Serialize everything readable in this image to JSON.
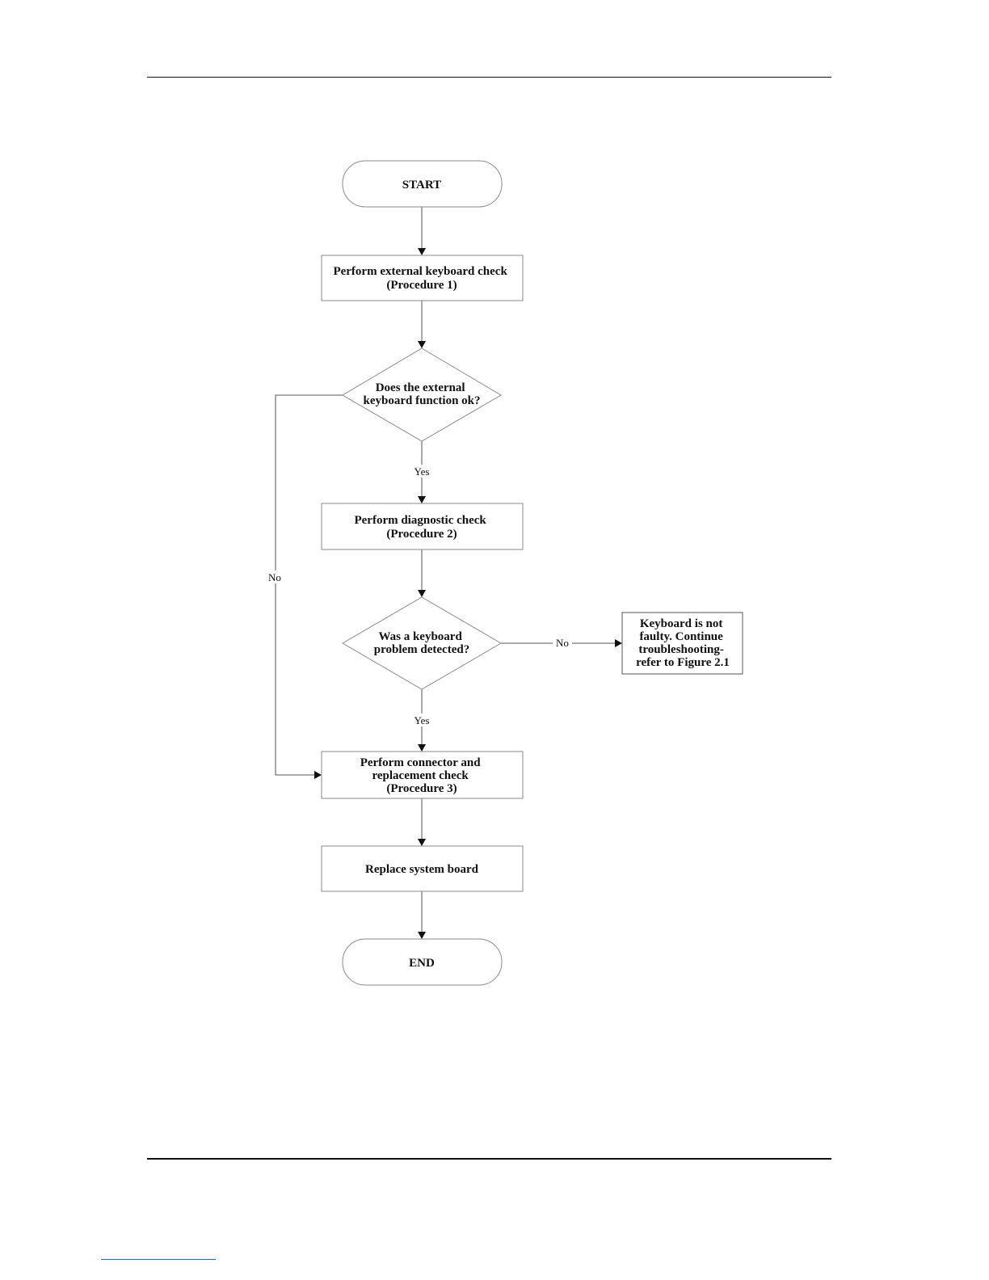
{
  "diagram": {
    "start": {
      "label": "START"
    },
    "step1": {
      "lines": [
        "Perform external keyboard check",
        "(Procedure 1)"
      ]
    },
    "decision1": {
      "lines": [
        "Does the external",
        "keyboard function ok?"
      ]
    },
    "edge_d1_yes": {
      "label": "Yes"
    },
    "edge_d1_no": {
      "label": "No"
    },
    "step2": {
      "lines": [
        "Perform diagnostic check",
        "(Procedure 2)"
      ]
    },
    "decision2": {
      "lines": [
        "Was a keyboard",
        "problem detected?"
      ]
    },
    "edge_d2_no": {
      "label": "No"
    },
    "outcome_not_faulty": {
      "lines": [
        "Keyboard is not",
        "faulty. Continue",
        "troubleshooting-",
        "refer to Figure 2.1"
      ]
    },
    "edge_d2_yes": {
      "label": "Yes"
    },
    "step3": {
      "lines": [
        "Perform connector and",
        "replacement check",
        "(Procedure 3)"
      ]
    },
    "step4": {
      "lines": [
        "Replace system board"
      ]
    },
    "end": {
      "label": "END"
    }
  }
}
